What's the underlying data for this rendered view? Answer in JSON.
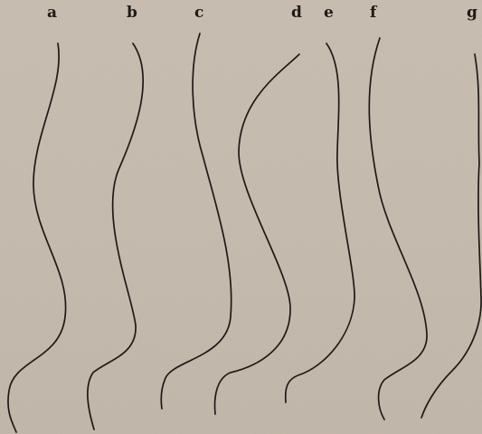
{
  "figure": {
    "labels": [
      "a",
      "b",
      "c",
      "d",
      "e",
      "f",
      "g"
    ]
  }
}
